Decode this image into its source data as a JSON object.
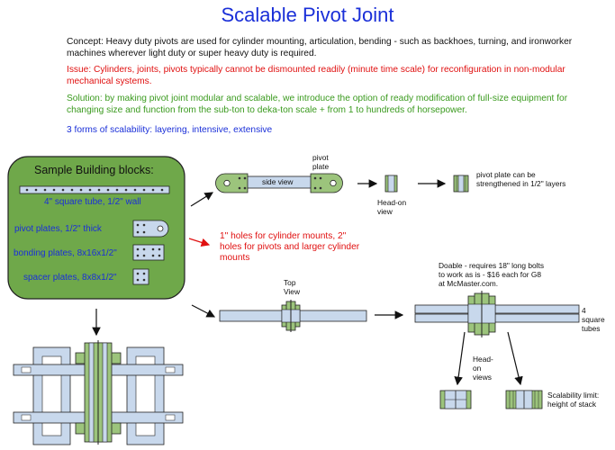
{
  "title": "Scalable Pivot Joint",
  "concept": "Concept: Heavy duty pivots are used for cylinder mounting, articulation, bending - such as backhoes, turning, and ironworker machines wherever light duty or super heavy duty is required.",
  "issue": "Issue: Cylinders, joints, pivots typically cannot be dismounted readily (minute time scale) for reconfiguration in non-modular mechanical systems.",
  "solution": "Solution: by making pivot joint modular and scalable, we introduce the option of ready modification of full-size equipment for changing size and function from the sub-ton to deka-ton scale + from 1 to hundreds of horsepower.",
  "forms": "3 forms of scalability: layering, intensive, extensive",
  "blocks": {
    "heading": "Sample Building blocks:",
    "tube": "4\" square tube, 1/2\" wall",
    "pivot": "pivot plates, 1/2\" thick",
    "bonding": "bonding plates, 8x16x1/2\"",
    "spacer": "spacer plates, 8x8x1/2\""
  },
  "labels": {
    "pivot_plate": "pivot plate",
    "side_view": "side view",
    "head_on_view": "Head-on view",
    "strengthened": "pivot plate can be strengthened in 1/2\" layers",
    "holes": "1\" holes for cylinder mounts, 2\" holes for pivots and larger cylinder mounts",
    "top_view": "Top View",
    "doable": "Doable  - requires 18\" long bolts to work as is - $16 each for G8 at McMaster.com.",
    "four_square_tubes": "4 square tubes",
    "head_on_views": "Head-on views",
    "scalability_limit": "Scalability limit: height of stack"
  },
  "colors": {
    "title": "#1a2fd8",
    "issue": "#e01010",
    "solution": "#3a9a1e",
    "block_panel": "#6fa84a",
    "tube_fill": "#c8d8ec",
    "plate_fill": "#9cc47c"
  }
}
